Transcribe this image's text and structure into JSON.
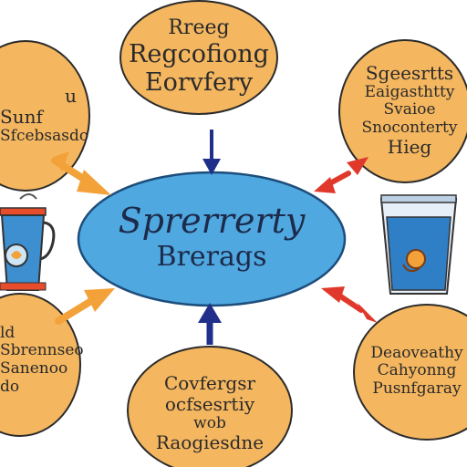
{
  "colors": {
    "bubble_fill": "#f4b65f",
    "bubble_stroke": "#2b2b2b",
    "center_fill": "#4fa8e0",
    "arrow_orange": "#f3a23a",
    "arrow_red": "#e0392b",
    "arrow_blue": "#1f2f8a"
  },
  "center": {
    "line1": "Sprerrerty",
    "line2": "Brerags"
  },
  "bubbles": {
    "top": {
      "lines": [
        "Rreeg",
        "Regcofiong",
        "Eorvfery"
      ]
    },
    "left_top": {
      "lines": [
        "u",
        "Sunf",
        "Sfcebsasdo"
      ]
    },
    "right_top": {
      "lines": [
        "Sgeesrtts",
        "Eaigasthtty",
        "Svaioe",
        "Snoconterty",
        "Hieg"
      ]
    },
    "left_bottom": {
      "lines": [
        "ld",
        "Sbrennseo",
        "Sanenoo",
        "do"
      ]
    },
    "right_bottom": {
      "lines": [
        "Deaoveathy",
        "Cahyonng",
        "Pusnfgaray"
      ]
    },
    "bottom": {
      "lines": [
        "Covfergsr",
        "ocfsesrtiy",
        "wob",
        "Raogiesdne"
      ]
    }
  }
}
